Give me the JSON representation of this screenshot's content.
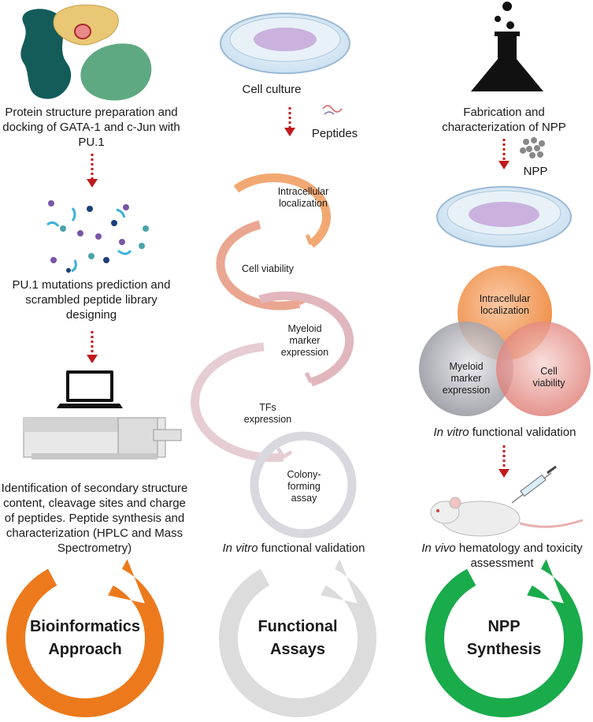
{
  "columns": {
    "bioinformatics": {
      "step1": "Protein structure preparation and docking of GATA-1 and c-Jun with PU.1",
      "step2": "PU.1 mutations prediction and scrambled peptide library designing",
      "step3": "Identification of secondary structure content, cleavage sites and charge of peptides. Peptide synthesis and characterization (HPLC and Mass Spectrometry)",
      "cycle_line1": "Bioinformatics",
      "cycle_line2": "Approach",
      "cycle_color": "#ec7a1c"
    },
    "functional": {
      "cell_culture": "Cell culture",
      "peptides": "Peptides",
      "loop_steps": [
        "Intracellular localization",
        "Cell viability",
        "Myeloid marker expression",
        "TFs expression",
        "Colony-forming assay"
      ],
      "validation_italic": "In vitro",
      "validation_rest": " functional validation",
      "cycle_line1": "Functional",
      "cycle_line2": "Assays",
      "cycle_color": "#dcdcdc"
    },
    "npp": {
      "step1": "Fabrication and characterization of NPP",
      "npp_label": "NPP",
      "venn": {
        "top": "Intracellular localization",
        "left": "Myeloid marker expression",
        "right": "Cell viability"
      },
      "validation_italic": "In vitro",
      "validation_rest": " functional validation",
      "invivo_italic": "In vivo",
      "invivo_rest": " hematology and toxicity assessment",
      "cycle_line1": "NPP",
      "cycle_line2": "Synthesis",
      "cycle_color": "#1aab4b"
    }
  },
  "colors": {
    "arrow_red": "#c0191c",
    "venn_orange": "#ef8a3a",
    "venn_gray": "#8c8c96",
    "venn_pink": "#e0776e"
  }
}
